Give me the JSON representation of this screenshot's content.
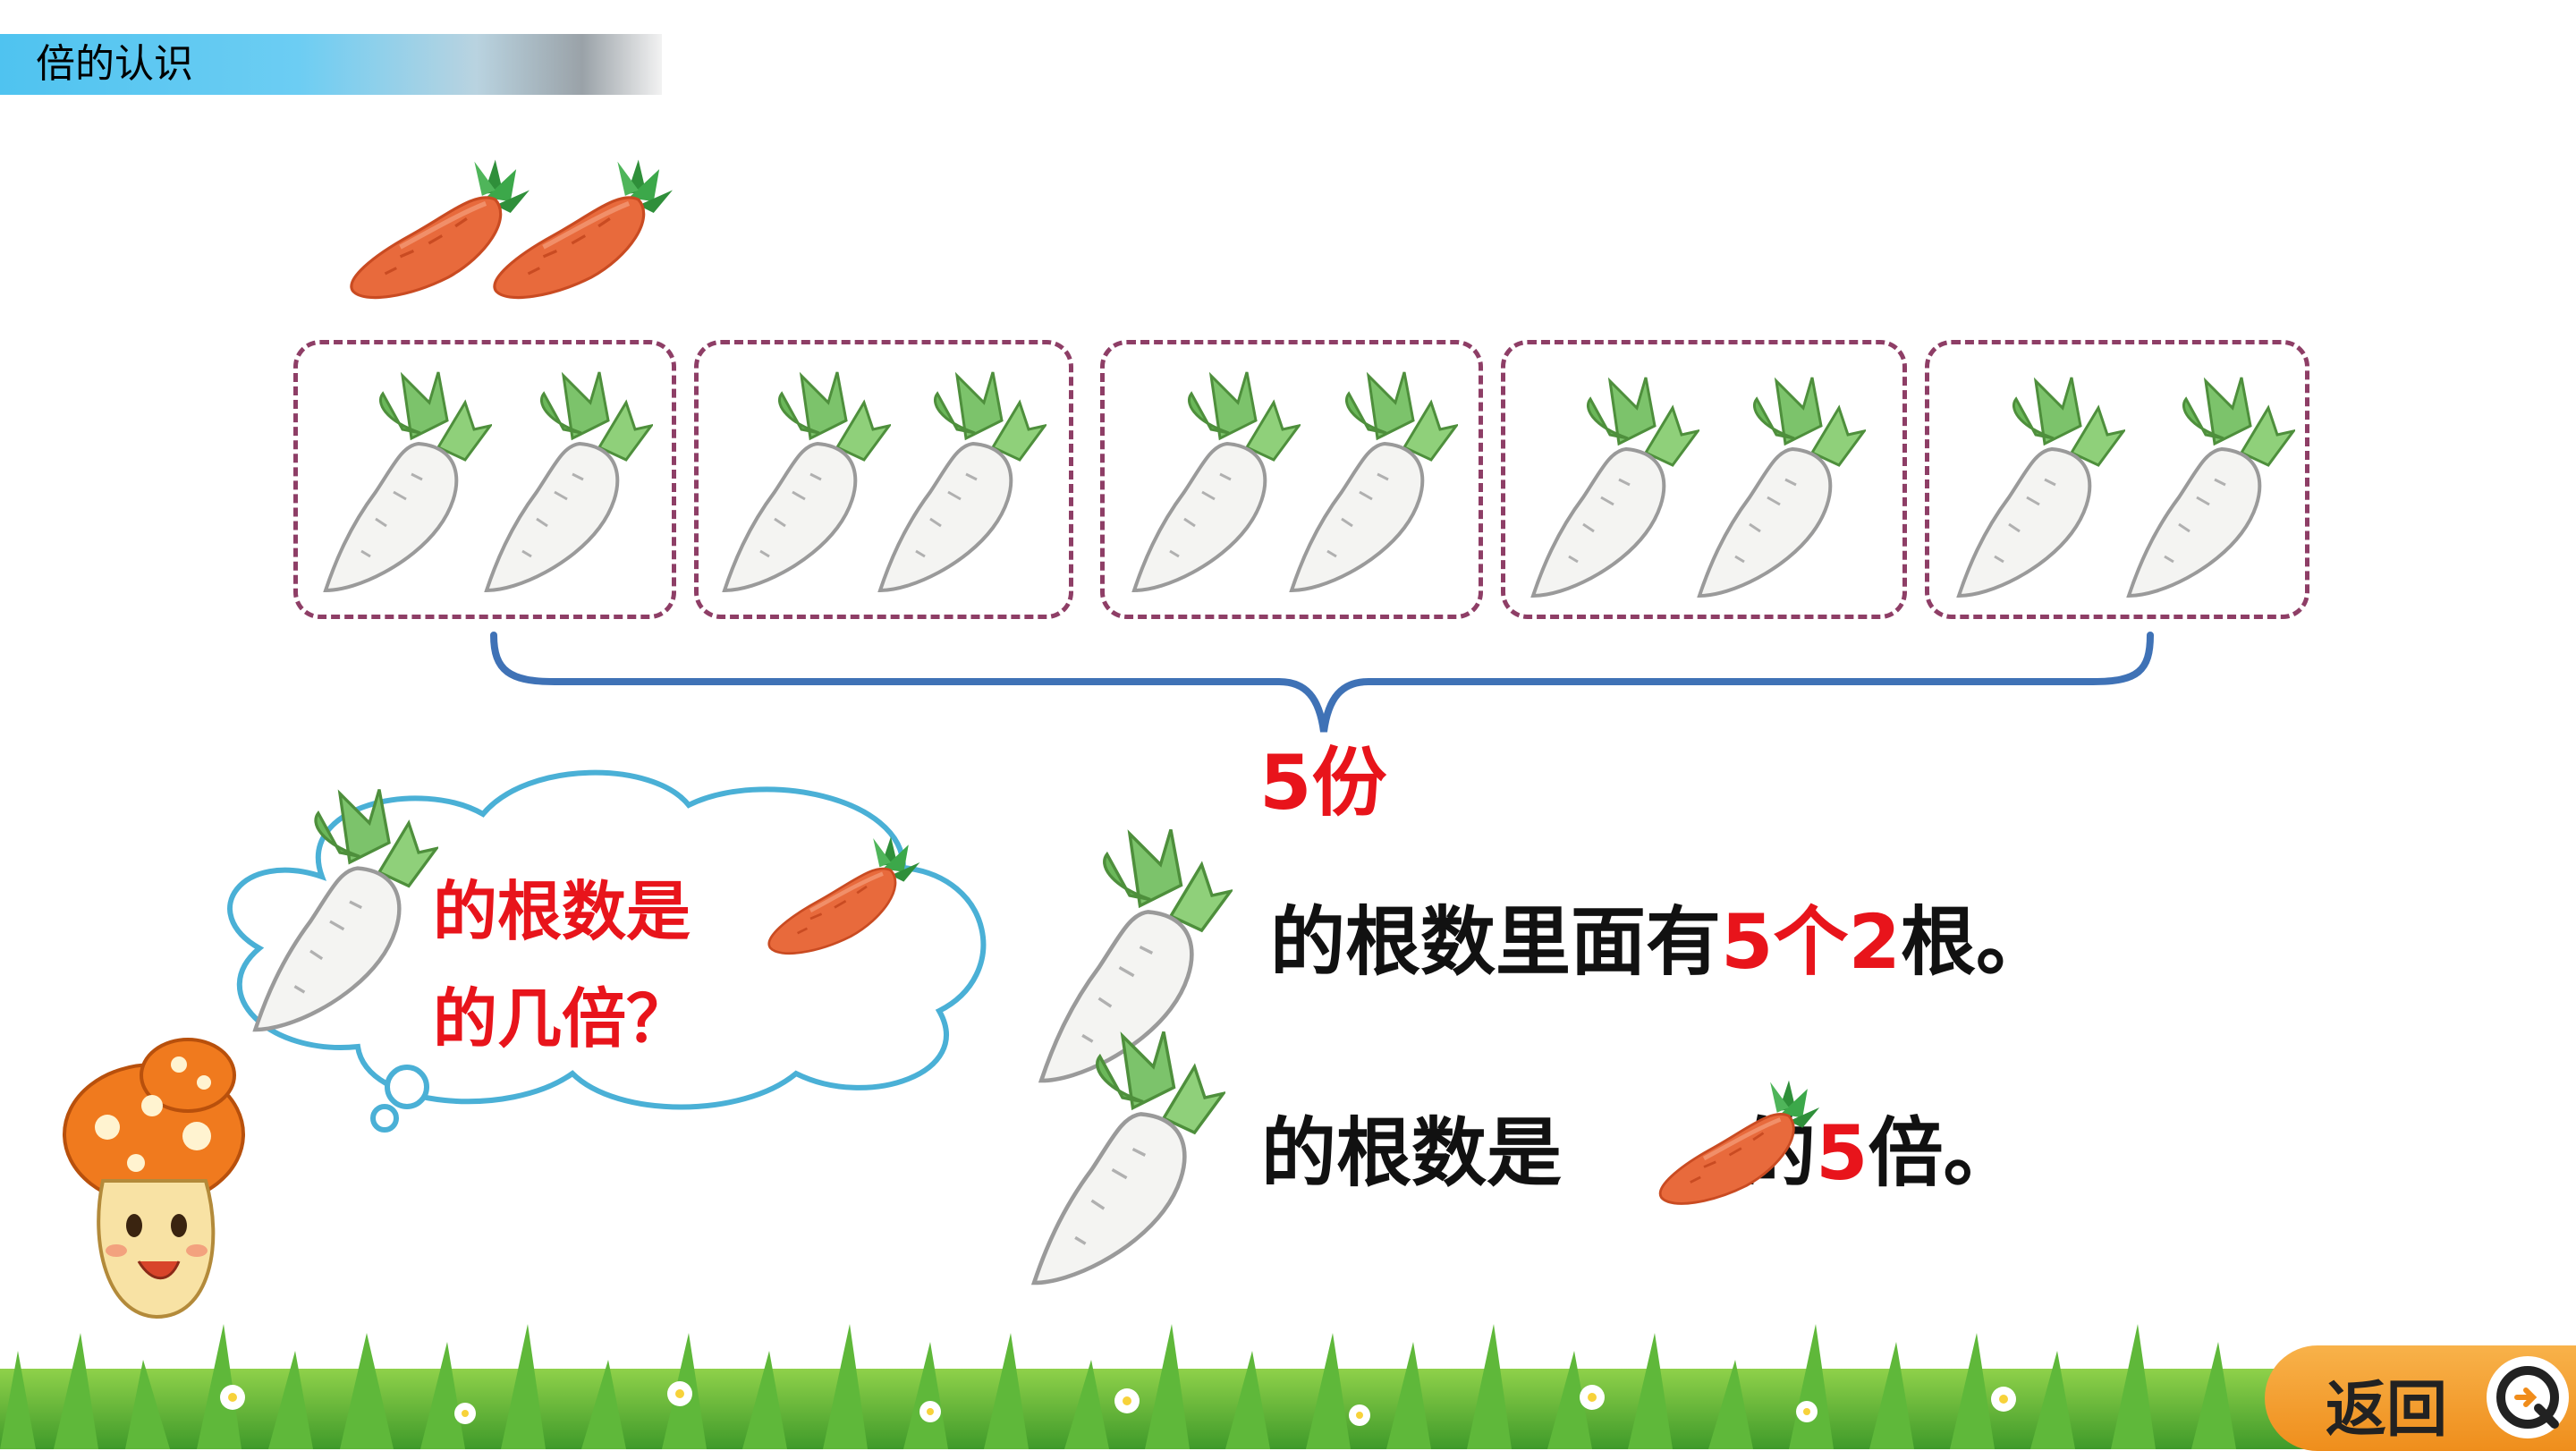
{
  "header": {
    "title": "倍的认识"
  },
  "diagram": {
    "brace_label_num": "5",
    "brace_label_unit": "份",
    "groups": [
      {
        "id": 1
      },
      {
        "id": 2
      },
      {
        "id": 3
      },
      {
        "id": 4
      },
      {
        "id": 5
      }
    ]
  },
  "cloud": {
    "line1": "的根数是",
    "line2": "的几倍？"
  },
  "statements": {
    "s1_pre": "的根数里面有",
    "s1_n1": "5",
    "s1_mid": "个",
    "s1_n2": "2",
    "s1_post": "根。",
    "s2_pre": "的根数是",
    "s2_mid": "的",
    "s2_n": "5",
    "s2_post": "倍。"
  },
  "nav": {
    "return_label": "返回"
  },
  "colors": {
    "accent_red": "#e8141b",
    "dashed_border": "#8e3e66",
    "brace_blue": "#3f72b6",
    "cloud_border": "#4ab0d6",
    "button_orange": "#ef8e1c"
  },
  "icons": [
    "carrot-icon",
    "radish-icon",
    "mushroom-mascot-icon",
    "return-circle-icon"
  ]
}
